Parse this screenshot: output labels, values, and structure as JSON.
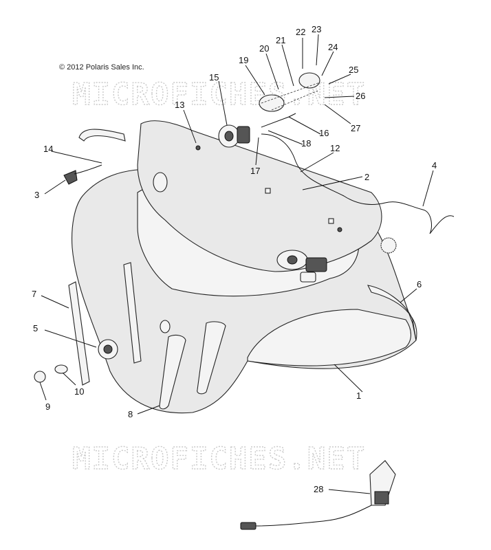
{
  "copyright": "© 2012 Polaris Sales Inc.",
  "watermarks": [
    "MICROFICHES.NET",
    "MICROFICHES.NET"
  ],
  "callouts": [
    {
      "id": "c1",
      "label": "1"
    },
    {
      "id": "c2",
      "label": "2"
    },
    {
      "id": "c3",
      "label": "3"
    },
    {
      "id": "c4",
      "label": "4"
    },
    {
      "id": "c5",
      "label": "5"
    },
    {
      "id": "c6",
      "label": "6"
    },
    {
      "id": "c7",
      "label": "7"
    },
    {
      "id": "c8",
      "label": "8"
    },
    {
      "id": "c9",
      "label": "9"
    },
    {
      "id": "c10",
      "label": "10"
    },
    {
      "id": "c12",
      "label": "12"
    },
    {
      "id": "c13",
      "label": "13"
    },
    {
      "id": "c14",
      "label": "14"
    },
    {
      "id": "c15",
      "label": "15"
    },
    {
      "id": "c16",
      "label": "16"
    },
    {
      "id": "c17",
      "label": "17"
    },
    {
      "id": "c18",
      "label": "18"
    },
    {
      "id": "c19",
      "label": "19"
    },
    {
      "id": "c20",
      "label": "20"
    },
    {
      "id": "c21",
      "label": "21"
    },
    {
      "id": "c22",
      "label": "22"
    },
    {
      "id": "c23",
      "label": "23"
    },
    {
      "id": "c24",
      "label": "24"
    },
    {
      "id": "c25",
      "label": "25"
    },
    {
      "id": "c26",
      "label": "26"
    },
    {
      "id": "c27",
      "label": "27"
    },
    {
      "id": "c28",
      "label": "28"
    }
  ]
}
